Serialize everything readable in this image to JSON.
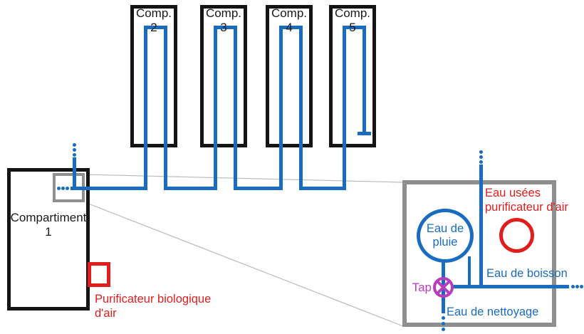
{
  "colors": {
    "pipe_blue": "#1a6cc0",
    "alert_red": "#e11d1d",
    "tap_magenta": "#b93cbd",
    "zoom_gray": "#8f8f8f",
    "box_black": "#141414"
  },
  "compartment1": {
    "name_line1": "Compartiment",
    "name_line2": "1",
    "purifier_line1": "Purificateur biologique",
    "purifier_line2": "d'air"
  },
  "compartments": [
    {
      "prefix": "Comp.",
      "number": "2"
    },
    {
      "prefix": "Comp.",
      "number": "3"
    },
    {
      "prefix": "Comp.",
      "number": "4"
    },
    {
      "prefix": "Comp.",
      "number": "5"
    }
  ],
  "detail_view": {
    "rain_line1": "Eau de",
    "rain_line2": "pluie",
    "waste_line1": "Eau usées",
    "waste_line2": "purificateur d'air",
    "tap_label": "Tap",
    "drinking_water_label": "Eau de boisson",
    "cleaning_water_label": "Eau de nettoyage"
  }
}
